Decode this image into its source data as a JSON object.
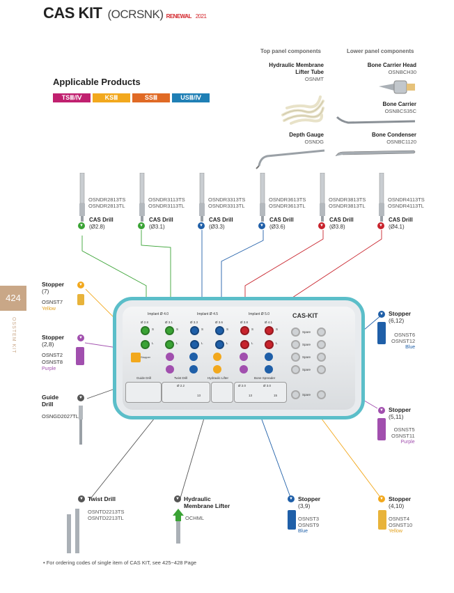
{
  "header": {
    "title": "CAS KIT",
    "code": "(OCRSNK)",
    "renewal": "RENEWAL",
    "year": "2021"
  },
  "page": {
    "number": "424",
    "side_text": "OSSTEM KIT"
  },
  "applicable": {
    "heading": "Applicable Products",
    "tags": [
      {
        "label": "TSⅢ/Ⅳ",
        "color": "#c0206f"
      },
      {
        "label": "KSⅢ",
        "color": "#f2a81d"
      },
      {
        "label": "SSⅢ",
        "color": "#e06a25"
      },
      {
        "label": "USⅢ/Ⅳ",
        "color": "#1f7fb5"
      }
    ]
  },
  "components": {
    "top_header": "Top panel components",
    "lower_header": "Lower panel components",
    "hml_tube": {
      "name1": "Hydraulic Membrane",
      "name2": "Lifter Tube",
      "code": "OSNMT"
    },
    "depth_gauge": {
      "name": "Depth Gauge",
      "code": "OSNDG"
    },
    "bone_carrier_head": {
      "name": "Bone Carrier Head",
      "code": "OSNBCH30"
    },
    "bone_carrier": {
      "name": "Bone Carrier",
      "code": "OSNBCS35C"
    },
    "bone_condenser": {
      "name": "Bone Condenser",
      "code": "OSNBC1120"
    }
  },
  "drills": [
    {
      "code1": "OSNDR2813TS",
      "code2": "OSNDR2813TL",
      "name": "CAS Drill",
      "size": "(Ø2.8)",
      "color": "#3aa335"
    },
    {
      "code1": "OSNDR3113TS",
      "code2": "OSNDR3113TL",
      "name": "CAS Drill",
      "size": "(Ø3.1)",
      "color": "#3aa335"
    },
    {
      "code1": "OSNDR3313TS",
      "code2": "OSNDR3313TL",
      "name": "CAS Drill",
      "size": "(Ø3.3)",
      "color": "#1f5fa8"
    },
    {
      "code1": "OSNDR3613TS",
      "code2": "OSNDR3613TL",
      "name": "CAS Drill",
      "size": "(Ø3.6)",
      "color": "#1f5fa8"
    },
    {
      "code1": "OSNDR3813TS",
      "code2": "OSNDR3813TL",
      "name": "CAS Drill",
      "size": "(Ø3.8)",
      "color": "#c8232c"
    },
    {
      "code1": "OSNDR4113TS",
      "code2": "OSNDR4113TL",
      "name": "CAS Drill",
      "size": "(Ø4.1)",
      "color": "#c8232c"
    }
  ],
  "left_items": {
    "stopper7": {
      "name": "Stopper",
      "num": "(7)",
      "code": "OSNST7",
      "color_word": "Yellow"
    },
    "stopper28": {
      "name": "Stopper",
      "num": "(2,8)",
      "code1": "OSNST2",
      "code2": "OSNST8",
      "color_word": "Purple"
    },
    "guide": {
      "name1": "Guide",
      "name2": "Drill",
      "code": "OSNGD2027TL"
    }
  },
  "right_items": {
    "stopper612": {
      "name": "Stopper",
      "num": "(6,12)",
      "code1": "OSNST6",
      "code2": "OSNST12",
      "color_word": "Blue"
    },
    "stopper511": {
      "name": "Stopper",
      "num": "(5,11)",
      "code1": "OSNST5",
      "code2": "OSNST11",
      "color_word": "Purple"
    }
  },
  "bottom_items": {
    "twist": {
      "name": "Twist Drill",
      "code1": "OSNTD2213TS",
      "code2": "OSNTD2213TL"
    },
    "hml": {
      "name1": "Hydraulic",
      "name2": "Membrane Lifter",
      "code": "OCHML"
    },
    "stopper39": {
      "name": "Stopper",
      "num": "(3,9)",
      "code1": "OSNST3",
      "code2": "OSNST9",
      "color_word": "Blue"
    },
    "stopper410": {
      "name": "Stopper",
      "num": "(4,10)",
      "code1": "OSNST4",
      "code2": "OSNST10",
      "color_word": "Yellow"
    }
  },
  "tray": {
    "label": "CAS-KIT",
    "implant_a": "Implant Ø 4.0",
    "implant_b": "Implant Ø 4.5",
    "implant_c": "Implant Ø 5.0",
    "guide": "Guide Drill",
    "twist": "Twist Drill",
    "hml": "Hydraulic Lifter",
    "bone": "Bone Spreader",
    "stopper": "Stopper",
    "spare": "Spare",
    "d28": "Ø 2.8",
    "d31": "Ø 3.1",
    "d33": "Ø 3.3",
    "d36": "Ø 3.6",
    "d38": "Ø 3.8",
    "d41": "Ø 4.1",
    "d22": "Ø 2.2",
    "d20": "Ø 2.0",
    "d30": "Ø 3.0",
    "s": "S",
    "l": "L",
    "n13": "13",
    "n15": "15"
  },
  "footnote": "• For ordering codes of single item of CAS KIT, see 425~428 Page"
}
